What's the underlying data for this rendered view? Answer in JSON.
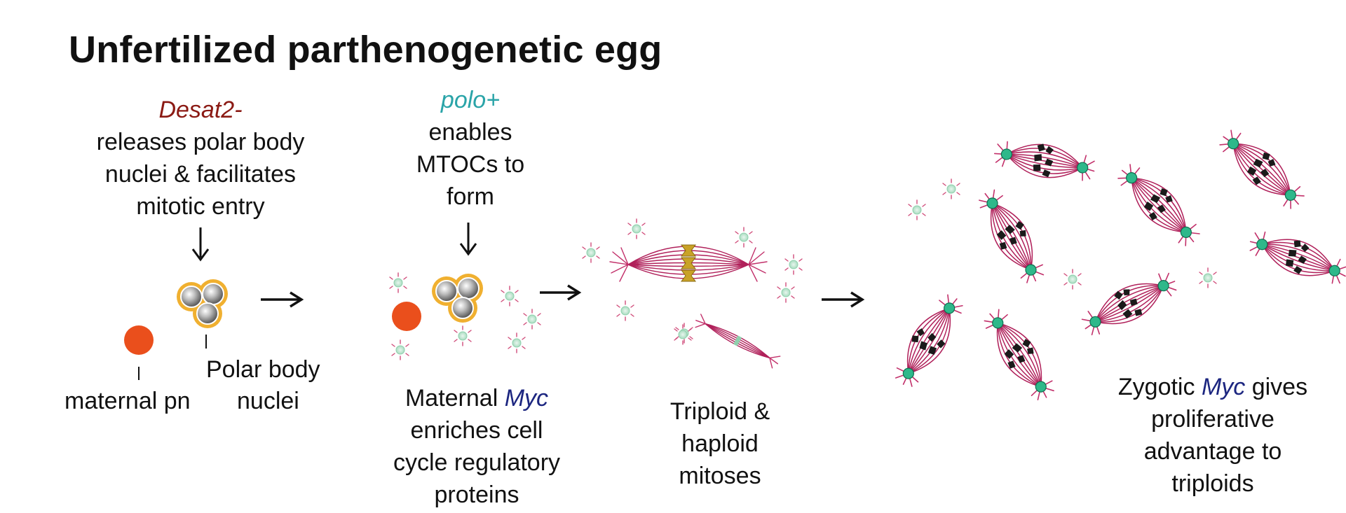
{
  "title": "Unfertilized parthenogenetic egg",
  "step1": {
    "gene": "Desat2-",
    "lines": [
      "releases polar body",
      "nuclei & facilitates",
      "mitotic entry"
    ],
    "maternal_label": "maternal pn",
    "polar_label_1": "Polar body",
    "polar_label_2": "nuclei"
  },
  "step2": {
    "gene": "polo+",
    "lines": [
      "enables",
      "MTOCs to",
      "form"
    ],
    "bottom_prefix": "Maternal ",
    "bottom_gene": "Myc",
    "bottom_lines": [
      "enriches cell",
      "cycle regulatory",
      "proteins"
    ]
  },
  "step3": {
    "lines": [
      "Triploid &",
      "haploid",
      "mitoses"
    ]
  },
  "step4": {
    "prefix": "Zygotic ",
    "gene": "Myc",
    "suffix": " gives",
    "lines": [
      "proliferative",
      "advantage to",
      "triploids"
    ]
  },
  "colors": {
    "gene_red": "#8b1a14",
    "gene_teal": "#2aa4a8",
    "gene_navy": "#1c2680",
    "pronucleus": "#ea4f1c",
    "polar_ring": "#f0b030",
    "spindle": "#b0205a",
    "centrosome": "#2eb88a",
    "chromosome_triploid": "#c9a227"
  }
}
